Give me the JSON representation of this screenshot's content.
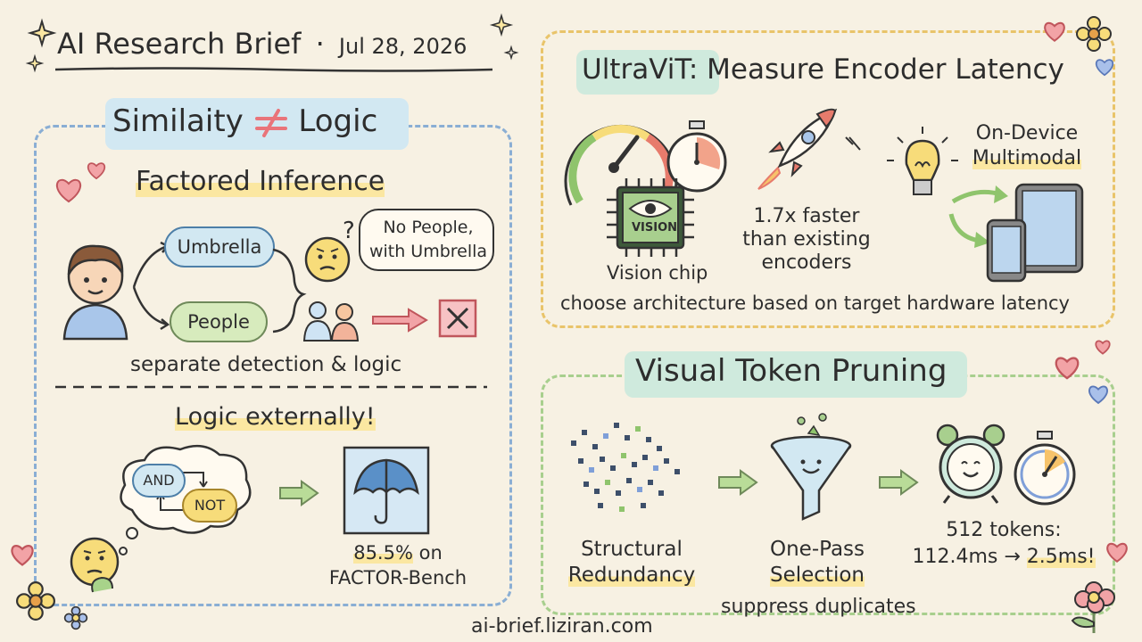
{
  "header": {
    "title": "AI Research Brief",
    "separator": "·",
    "date": "Jul 28, 2026"
  },
  "left_panel": {
    "title_left": "Similaity",
    "title_right": "Logic",
    "subtitle": "Factored Inference",
    "pill_umbrella": "Umbrella",
    "pill_people": "People",
    "question_mark": "?",
    "speech_bubble": "No People,\nwith Umbrella",
    "caption": "separate detection & logic",
    "section2_title": "Logic externally!",
    "logic_and": "AND",
    "logic_not": "NOT",
    "result_percent": "85.5%",
    "result_on": "on",
    "result_bench": "FACTOR-Bench"
  },
  "top_right_panel": {
    "title_highlight": "UltraViT:",
    "title_rest": "Measure Encoder Latency",
    "chip_label": "VISION",
    "vision_chip": "Vision chip",
    "speedup_line1": "1.7x faster",
    "speedup_line2": "than existing",
    "speedup_line3": "encoders",
    "ondevice_line1": "On-Device",
    "ondevice_line2": "Multimodal",
    "caption": "choose architecture based on target hardware latency"
  },
  "bottom_right_panel": {
    "title": "Visual Token Pruning",
    "step1_line1": "Structural",
    "step1_line2": "Redundancy",
    "step2_line1": "One-Pass",
    "step2_line2": "Selection",
    "result_line1": "512 tokens:",
    "result_before": "112.4ms →",
    "result_after": "2.5ms!",
    "caption": "suppress duplicates"
  },
  "footer": {
    "url": "ai-brief.liziran.com"
  },
  "colors": {
    "background": "#f7f1e3",
    "left_border": "#8aaed4",
    "top_right_border": "#e9c46a",
    "bottom_right_border": "#a8cf8e",
    "title_box_blue": "#d2e8f2",
    "title_box_green": "#cfeadd",
    "highlight_yellow": "#fbe7a1",
    "pill_green": "#d7ebbd",
    "arrow_red": "#e77b6c",
    "arrow_green": "#8fc46c",
    "heart_red": "#e9747a",
    "heart_blue": "#7f9fd8"
  }
}
